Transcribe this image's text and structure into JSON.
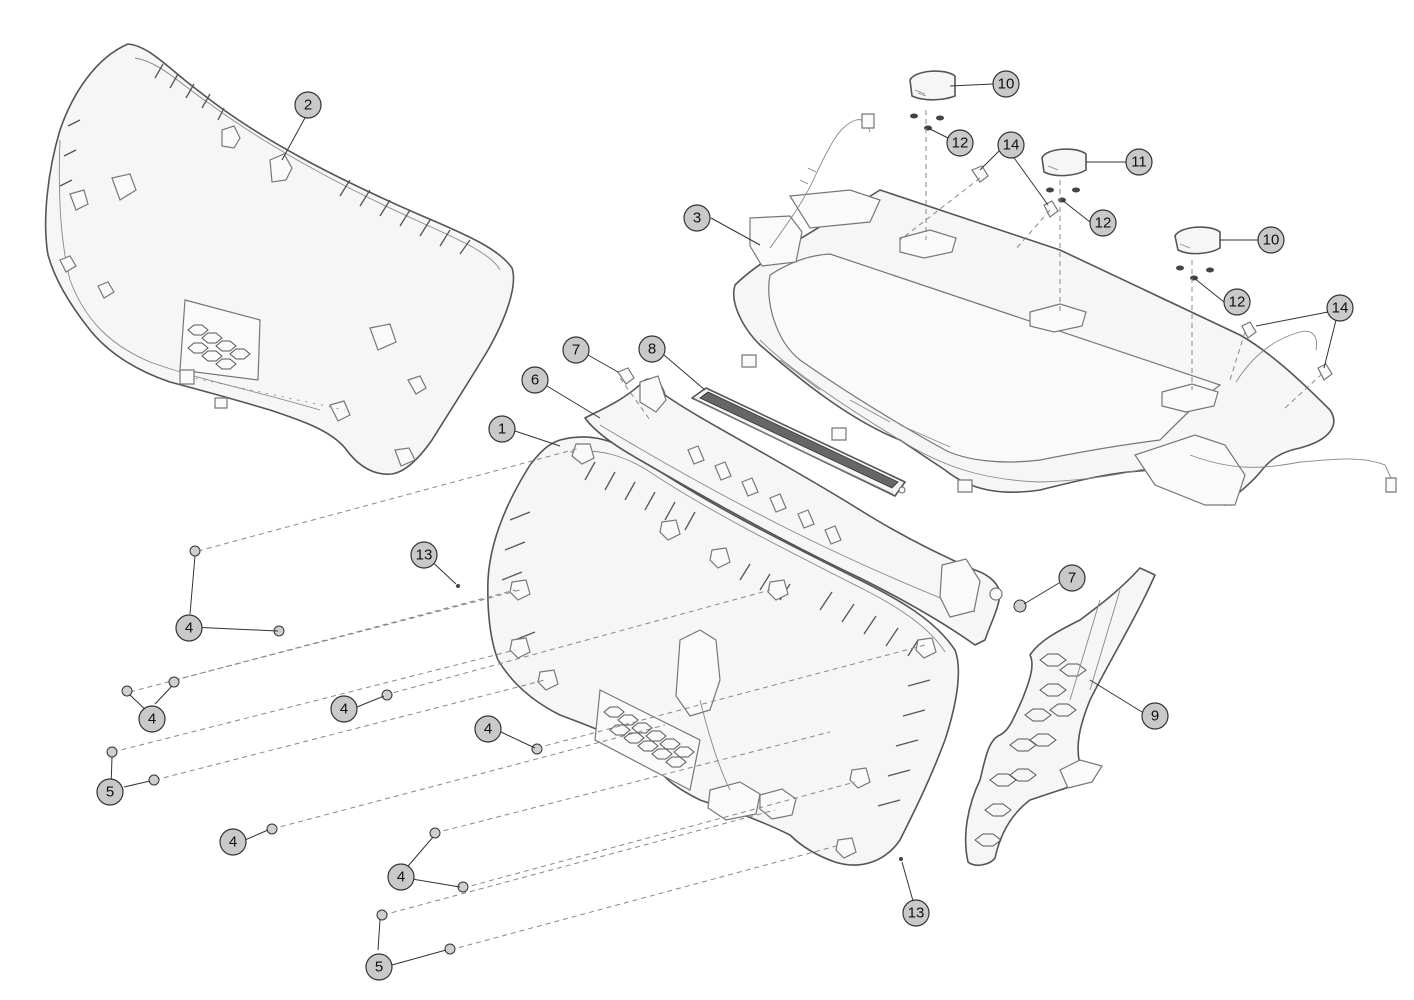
{
  "diagram": {
    "type": "exploded-parts-view",
    "callouts": [
      {
        "id": "c1",
        "label": "1"
      },
      {
        "id": "c2",
        "label": "2"
      },
      {
        "id": "c3",
        "label": "3"
      },
      {
        "id": "c4a",
        "label": "4"
      },
      {
        "id": "c4b",
        "label": "4"
      },
      {
        "id": "c4c",
        "label": "4"
      },
      {
        "id": "c4d",
        "label": "4"
      },
      {
        "id": "c4e",
        "label": "4"
      },
      {
        "id": "c4f",
        "label": "4"
      },
      {
        "id": "c5a",
        "label": "5"
      },
      {
        "id": "c5b",
        "label": "5"
      },
      {
        "id": "c6",
        "label": "6"
      },
      {
        "id": "c7a",
        "label": "7"
      },
      {
        "id": "c7b",
        "label": "7"
      },
      {
        "id": "c8",
        "label": "8"
      },
      {
        "id": "c9",
        "label": "9"
      },
      {
        "id": "c10a",
        "label": "10"
      },
      {
        "id": "c10b",
        "label": "10"
      },
      {
        "id": "c11",
        "label": "11"
      },
      {
        "id": "c12a",
        "label": "12"
      },
      {
        "id": "c12b",
        "label": "12"
      },
      {
        "id": "c12c",
        "label": "12"
      },
      {
        "id": "c13a",
        "label": "13"
      },
      {
        "id": "c13b",
        "label": "13"
      },
      {
        "id": "c14a",
        "label": "14"
      },
      {
        "id": "c14b",
        "label": "14"
      }
    ]
  }
}
